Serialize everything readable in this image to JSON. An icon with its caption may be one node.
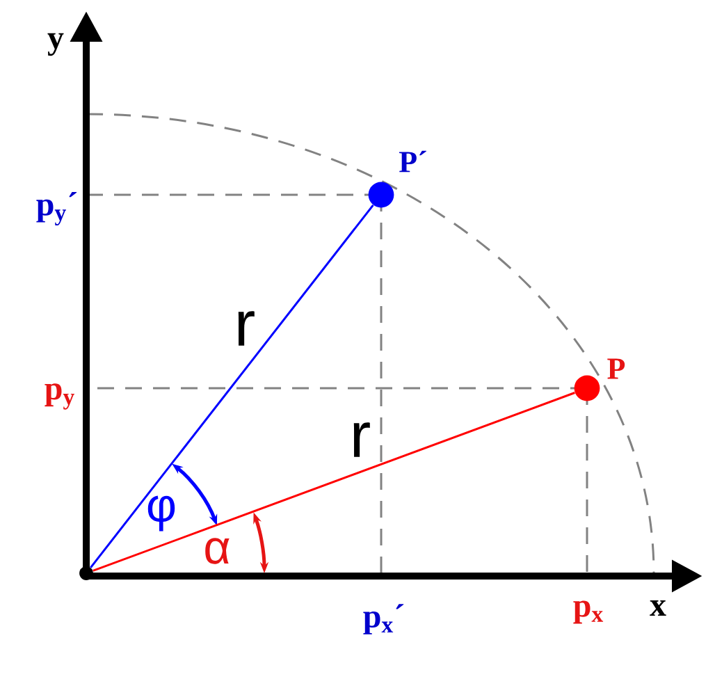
{
  "diagram": {
    "nodes": [
      {
        "text": [],
        "shape": "point"
      },
      {
        "text": [
          "P´"
        ]
      },
      {
        "text": [
          "P"
        ]
      }
    ],
    "edges": [
      {
        "from": 0,
        "to": 1,
        "arrow": "none",
        "color": "#0000ff",
        "label": "r"
      },
      {
        "from": 0,
        "to": 2,
        "arrow": "none",
        "color": "#ff0000",
        "label": "r"
      }
    ],
    "labels": [
      "y",
      "p$_{y}$´",
      "p$_{y}$",
      "φ",
      "α",
      "p$_{x}$´",
      "p$_{x}$",
      "x"
    ]
  }
}
